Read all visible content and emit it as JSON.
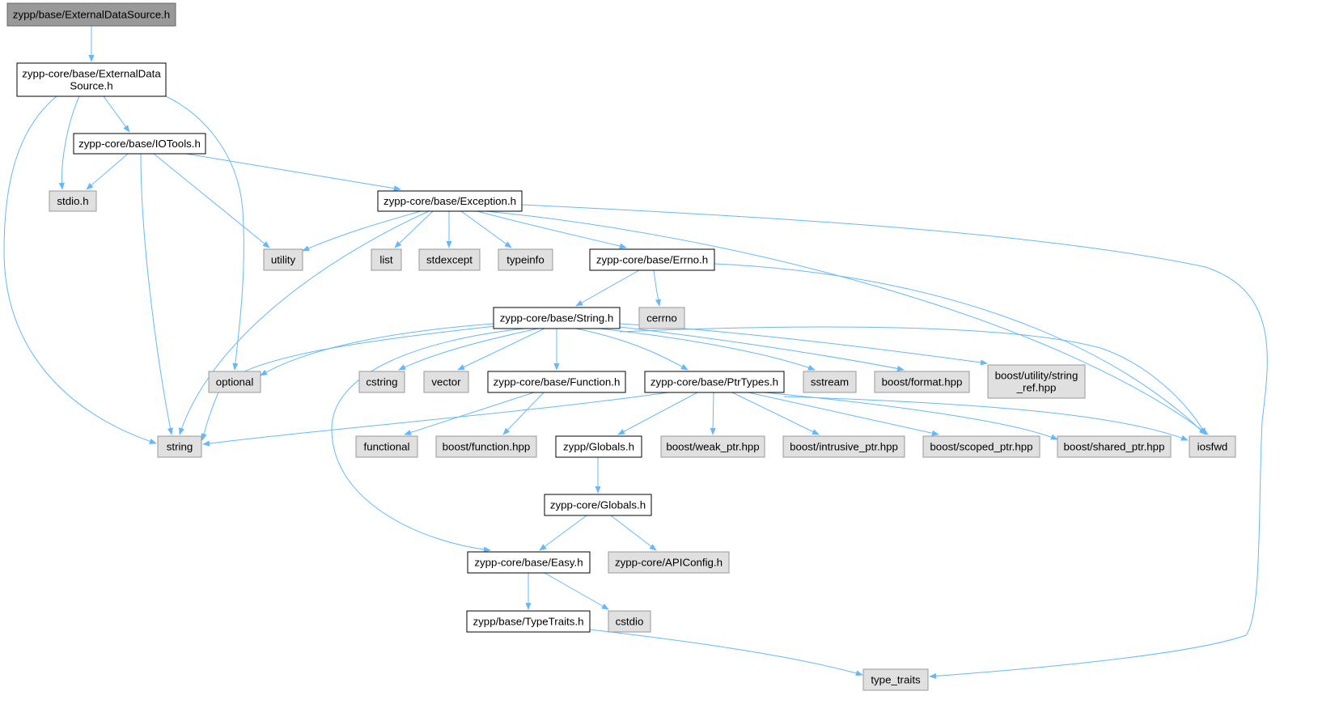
{
  "colors": {
    "edge": "#63b8ff",
    "root_fill": "#999999",
    "root_stroke": "#666666",
    "project_fill": "#ffffff",
    "project_stroke": "#000000",
    "system_fill": "#e0e0e0",
    "system_stroke": "#999999"
  },
  "nodes": [
    {
      "id": "root",
      "kind": "root",
      "lines": [
        "zypp/base/ExternalDataSource.h"
      ]
    },
    {
      "id": "extds",
      "kind": "project",
      "lines": [
        "zypp-core/base/ExternalData",
        "Source.h"
      ]
    },
    {
      "id": "iotools",
      "kind": "project",
      "lines": [
        "zypp-core/base/IOTools.h"
      ]
    },
    {
      "id": "stdio",
      "kind": "system",
      "lines": [
        "stdio.h"
      ]
    },
    {
      "id": "exception",
      "kind": "project",
      "lines": [
        "zypp-core/base/Exception.h"
      ]
    },
    {
      "id": "utility",
      "kind": "system",
      "lines": [
        "utility"
      ]
    },
    {
      "id": "list",
      "kind": "system",
      "lines": [
        "list"
      ]
    },
    {
      "id": "stdexcept",
      "kind": "system",
      "lines": [
        "stdexcept"
      ]
    },
    {
      "id": "typeinfo",
      "kind": "system",
      "lines": [
        "typeinfo"
      ]
    },
    {
      "id": "errno",
      "kind": "project",
      "lines": [
        "zypp-core/base/Errno.h"
      ]
    },
    {
      "id": "cerrno",
      "kind": "system",
      "lines": [
        "cerrno"
      ]
    },
    {
      "id": "stringh",
      "kind": "project",
      "lines": [
        "zypp-core/base/String.h"
      ]
    },
    {
      "id": "optional",
      "kind": "system",
      "lines": [
        "optional"
      ]
    },
    {
      "id": "cstring",
      "kind": "system",
      "lines": [
        "cstring"
      ]
    },
    {
      "id": "vector",
      "kind": "system",
      "lines": [
        "vector"
      ]
    },
    {
      "id": "function",
      "kind": "project",
      "lines": [
        "zypp-core/base/Function.h"
      ]
    },
    {
      "id": "ptrtypes",
      "kind": "project",
      "lines": [
        "zypp-core/base/PtrTypes.h"
      ]
    },
    {
      "id": "sstream",
      "kind": "system",
      "lines": [
        "sstream"
      ]
    },
    {
      "id": "bformat",
      "kind": "system",
      "lines": [
        "boost/format.hpp"
      ]
    },
    {
      "id": "bstringref",
      "kind": "system",
      "lines": [
        "boost/utility/string",
        "_ref.hpp"
      ]
    },
    {
      "id": "string",
      "kind": "system",
      "lines": [
        "string"
      ]
    },
    {
      "id": "functional",
      "kind": "system",
      "lines": [
        "functional"
      ]
    },
    {
      "id": "bfunction",
      "kind": "system",
      "lines": [
        "boost/function.hpp"
      ]
    },
    {
      "id": "zglobals",
      "kind": "project",
      "lines": [
        "zypp/Globals.h"
      ]
    },
    {
      "id": "bweak",
      "kind": "system",
      "lines": [
        "boost/weak_ptr.hpp"
      ]
    },
    {
      "id": "bintrusive",
      "kind": "system",
      "lines": [
        "boost/intrusive_ptr.hpp"
      ]
    },
    {
      "id": "bscoped",
      "kind": "system",
      "lines": [
        "boost/scoped_ptr.hpp"
      ]
    },
    {
      "id": "bshared",
      "kind": "system",
      "lines": [
        "boost/shared_ptr.hpp"
      ]
    },
    {
      "id": "iosfwd",
      "kind": "system",
      "lines": [
        "iosfwd"
      ]
    },
    {
      "id": "cglobals",
      "kind": "project",
      "lines": [
        "zypp-core/Globals.h"
      ]
    },
    {
      "id": "easy",
      "kind": "project",
      "lines": [
        "zypp-core/base/Easy.h"
      ]
    },
    {
      "id": "apiconfig",
      "kind": "system",
      "lines": [
        "zypp-core/APIConfig.h"
      ]
    },
    {
      "id": "typetraitsh",
      "kind": "project",
      "lines": [
        "zypp/base/TypeTraits.h"
      ]
    },
    {
      "id": "cstdio",
      "kind": "system",
      "lines": [
        "cstdio"
      ]
    },
    {
      "id": "type_traits",
      "kind": "system",
      "lines": [
        "type_traits"
      ]
    }
  ],
  "edges": [
    {
      "from": "root",
      "to": "extds"
    },
    {
      "from": "extds",
      "to": "string"
    },
    {
      "from": "extds",
      "to": "stdio"
    },
    {
      "from": "extds",
      "to": "iotools"
    },
    {
      "from": "extds",
      "to": "optional"
    },
    {
      "from": "iotools",
      "to": "stdio"
    },
    {
      "from": "iotools",
      "to": "string"
    },
    {
      "from": "iotools",
      "to": "utility"
    },
    {
      "from": "iotools",
      "to": "exception"
    },
    {
      "from": "exception",
      "to": "utility"
    },
    {
      "from": "exception",
      "to": "string"
    },
    {
      "from": "exception",
      "to": "list"
    },
    {
      "from": "exception",
      "to": "stdexcept"
    },
    {
      "from": "exception",
      "to": "typeinfo"
    },
    {
      "from": "exception",
      "to": "errno"
    },
    {
      "from": "exception",
      "to": "iosfwd"
    },
    {
      "from": "exception",
      "to": "type_traits"
    },
    {
      "from": "errno",
      "to": "stringh"
    },
    {
      "from": "errno",
      "to": "cerrno"
    },
    {
      "from": "errno",
      "to": "iosfwd"
    },
    {
      "from": "stringh",
      "to": "optional"
    },
    {
      "from": "stringh",
      "to": "string"
    },
    {
      "from": "stringh",
      "to": "cstring"
    },
    {
      "from": "stringh",
      "to": "vector"
    },
    {
      "from": "stringh",
      "to": "function"
    },
    {
      "from": "stringh",
      "to": "ptrtypes"
    },
    {
      "from": "stringh",
      "to": "sstream"
    },
    {
      "from": "stringh",
      "to": "bformat"
    },
    {
      "from": "stringh",
      "to": "bstringref"
    },
    {
      "from": "stringh",
      "to": "iosfwd"
    },
    {
      "from": "stringh",
      "to": "easy"
    },
    {
      "from": "function",
      "to": "functional"
    },
    {
      "from": "function",
      "to": "bfunction"
    },
    {
      "from": "ptrtypes",
      "to": "string"
    },
    {
      "from": "ptrtypes",
      "to": "zglobals"
    },
    {
      "from": "ptrtypes",
      "to": "bweak"
    },
    {
      "from": "ptrtypes",
      "to": "bintrusive"
    },
    {
      "from": "ptrtypes",
      "to": "bscoped"
    },
    {
      "from": "ptrtypes",
      "to": "bshared"
    },
    {
      "from": "ptrtypes",
      "to": "iosfwd"
    },
    {
      "from": "zglobals",
      "to": "cglobals"
    },
    {
      "from": "cglobals",
      "to": "easy"
    },
    {
      "from": "cglobals",
      "to": "apiconfig"
    },
    {
      "from": "easy",
      "to": "typetraitsh"
    },
    {
      "from": "easy",
      "to": "cstdio"
    },
    {
      "from": "typetraitsh",
      "to": "type_traits"
    }
  ]
}
